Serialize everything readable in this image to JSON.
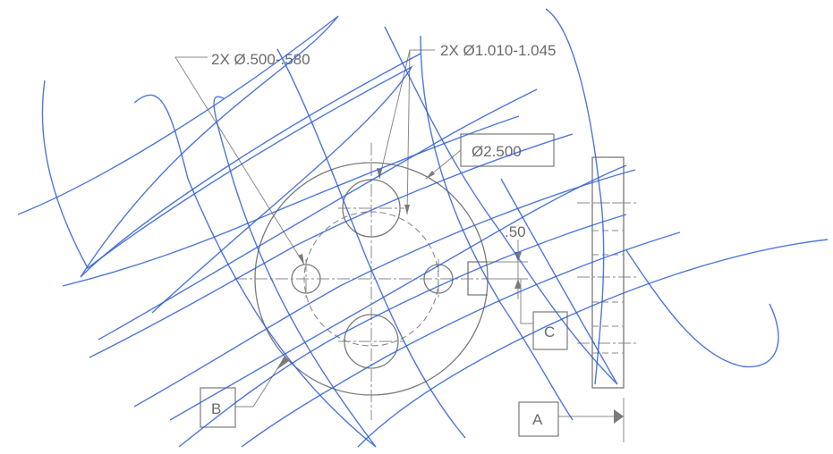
{
  "callouts": {
    "small_holes": "2X Ø.500-.580",
    "large_holes": "2X Ø1.010-1.045",
    "bolt_circle": "Ø2.500",
    "offset": ".50"
  },
  "datums": {
    "a": "A",
    "b": "B",
    "c": "C"
  },
  "colors": {
    "drawing_lines": "#7a7a7a",
    "scribble": "#2f5fd4"
  }
}
